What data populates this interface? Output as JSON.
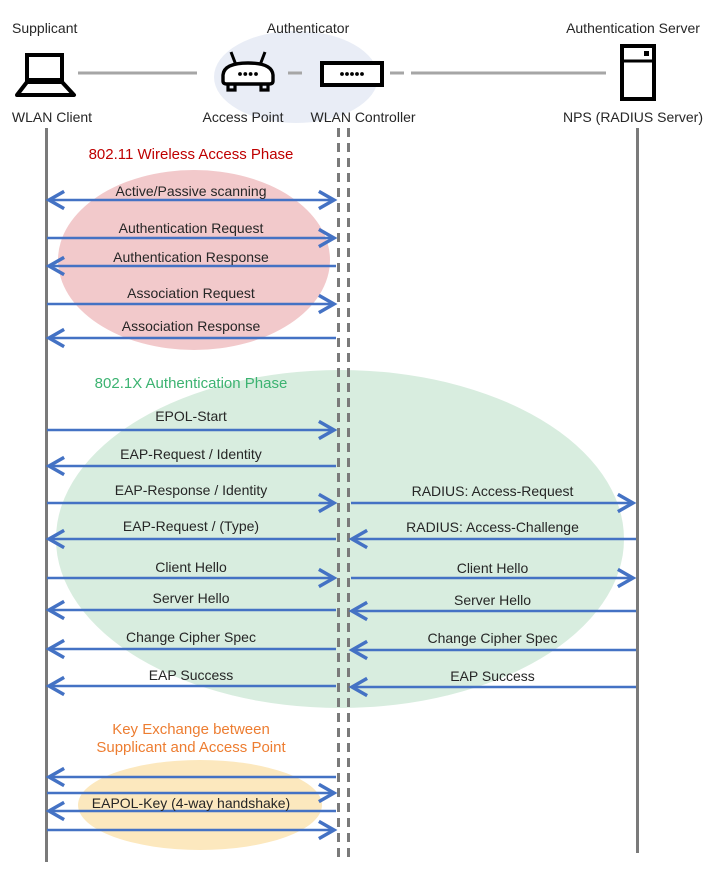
{
  "diagram": {
    "roles": {
      "supplicant": "Supplicant",
      "authenticator": "Authenticator",
      "auth_server": "Authentication Server"
    },
    "nodes": {
      "wlan_client": {
        "label": "WLAN Client",
        "icon": "laptop-icon"
      },
      "access_point": {
        "label": "Access Point",
        "icon": "access-point-icon"
      },
      "wlan_controller": {
        "label": "WLAN Controller",
        "icon": "wlan-controller-icon"
      },
      "nps": {
        "label": "NPS (RADIUS Server)",
        "icon": "server-icon"
      }
    },
    "phases": [
      {
        "title": "802.11 Wireless Access Phase",
        "title_color": "#BF0000",
        "ellipse_color": "#F2C9CB",
        "messages": [
          {
            "label": "Active/Passive scanning",
            "from": "WLAN Client",
            "to": "WLAN Controller",
            "arrow": "both"
          },
          {
            "label": "Authentication Request",
            "from": "WLAN Client",
            "to": "WLAN Controller",
            "arrow": "right"
          },
          {
            "label": "Authentication Response",
            "from": "WLAN Controller",
            "to": "WLAN Client",
            "arrow": "left"
          },
          {
            "label": "Association Request",
            "from": "WLAN Client",
            "to": "WLAN Controller",
            "arrow": "right"
          },
          {
            "label": "Association Response",
            "from": "WLAN Controller",
            "to": "WLAN Client",
            "arrow": "left"
          }
        ]
      },
      {
        "title": "802.1X Authentication Phase",
        "title_color": "#3CB371",
        "ellipse_color": "#D8EDDF",
        "client_messages": [
          {
            "label": "EPOL-Start",
            "from": "WLAN Client",
            "to": "WLAN Controller",
            "arrow": "right"
          },
          {
            "label": "EAP-Request / Identity",
            "from": "WLAN Controller",
            "to": "WLAN Client",
            "arrow": "left"
          },
          {
            "label": "EAP-Response / Identity",
            "from": "WLAN Client",
            "to": "WLAN Controller",
            "arrow": "right"
          },
          {
            "label": "EAP-Request / (Type)",
            "from": "WLAN Controller",
            "to": "WLAN Client",
            "arrow": "left"
          },
          {
            "label": "Client Hello",
            "from": "WLAN Client",
            "to": "WLAN Controller",
            "arrow": "right"
          },
          {
            "label": "Server Hello",
            "from": "WLAN Controller",
            "to": "WLAN Client",
            "arrow": "left"
          },
          {
            "label": "Change Cipher Spec",
            "from": "WLAN Controller",
            "to": "WLAN Client",
            "arrow": "left"
          },
          {
            "label": "EAP Success",
            "from": "WLAN Controller",
            "to": "WLAN Client",
            "arrow": "left"
          }
        ],
        "server_messages": [
          {
            "label": "RADIUS: Access-Request",
            "from": "WLAN Controller",
            "to": "NPS (RADIUS Server)",
            "arrow": "right"
          },
          {
            "label": "RADIUS: Access-Challenge",
            "from": "NPS (RADIUS Server)",
            "to": "WLAN Controller",
            "arrow": "left"
          },
          {
            "label": "Client Hello",
            "from": "WLAN Controller",
            "to": "NPS (RADIUS Server)",
            "arrow": "right"
          },
          {
            "label": "Server Hello",
            "from": "NPS (RADIUS Server)",
            "to": "WLAN Controller",
            "arrow": "left"
          },
          {
            "label": "Change Cipher Spec",
            "from": "NPS (RADIUS Server)",
            "to": "WLAN Controller",
            "arrow": "left"
          },
          {
            "label": "EAP Success",
            "from": "NPS (RADIUS Server)",
            "to": "WLAN Controller",
            "arrow": "left"
          }
        ]
      },
      {
        "title_line1": "Key Exchange between",
        "title_line2": "Supplicant and Access Point",
        "title_color": "#ED7D31",
        "ellipse_color": "#FCE8BE",
        "messages": [
          {
            "label": "EAPOL-Key (4-way handshake)",
            "from": "WLAN Client",
            "to": "WLAN Controller",
            "arrow": "four-way"
          }
        ]
      }
    ],
    "colors": {
      "arrow": "#4472C4",
      "lifeline": "#7a7a7a",
      "connector": "#A6A6A6",
      "authenticator_ellipse": "#E9EDF6",
      "phase1_ellipse": "#F2C9CB",
      "phase2_ellipse": "#D8EDDF",
      "phase3_ellipse": "#FCE8BE",
      "icon": "#000000"
    }
  }
}
